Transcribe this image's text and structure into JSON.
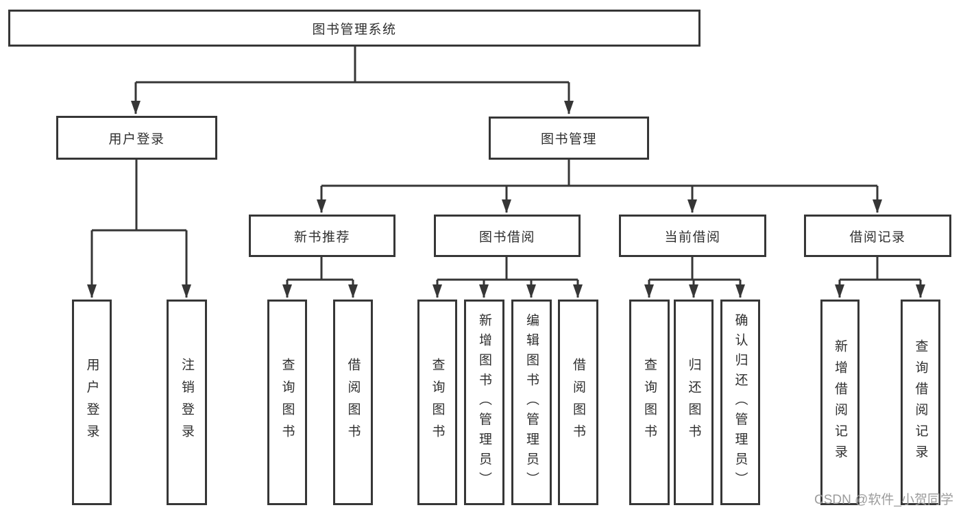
{
  "colors": {
    "line": "#363636",
    "box_border": "#363636",
    "box_fill": "#ffffff",
    "text": "#2f2f2f",
    "watermark": "#9c9c9c",
    "background": "#ffffff"
  },
  "watermark": "CSDN @软件_小贺同学",
  "tree": {
    "root_label": "图书管理系统",
    "user_login": {
      "label": "用户登录",
      "children": [
        "用户登录",
        "注销登录"
      ]
    },
    "book_mgmt": {
      "label": "图书管理",
      "sections": {
        "new_book_rec": {
          "label": "新书推荐",
          "children": [
            "查询图书",
            "借阅图书"
          ]
        },
        "book_borrow": {
          "label": "图书借阅",
          "children": [
            "查询图书",
            "新增图书（管理员）",
            "编辑图书（管理员）",
            "借阅图书"
          ]
        },
        "current_borrow": {
          "label": "当前借阅",
          "children": [
            "查询图书",
            "归还图书",
            "确认归还（管理员）"
          ]
        },
        "borrow_records": {
          "label": "借阅记录",
          "children": [
            "新增借阅记录",
            "查询借阅记录"
          ]
        }
      }
    }
  }
}
